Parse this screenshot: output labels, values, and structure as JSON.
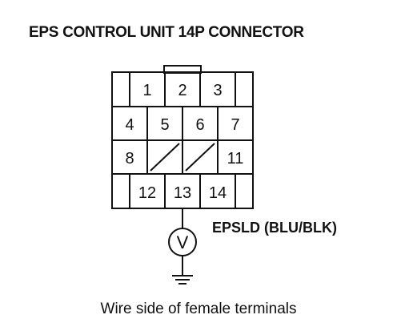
{
  "title": "EPS CONTROL UNIT 14P CONNECTOR",
  "caption": "Wire side of female terminals",
  "wire_label": "EPSLD (BLU/BLK)",
  "meter_symbol": "V",
  "pins": {
    "p1": "1",
    "p2": "2",
    "p3": "3",
    "p4": "4",
    "p5": "5",
    "p6": "6",
    "p7": "7",
    "p8": "8",
    "p11": "11",
    "p12": "12",
    "p13": "13",
    "p14": "14"
  }
}
